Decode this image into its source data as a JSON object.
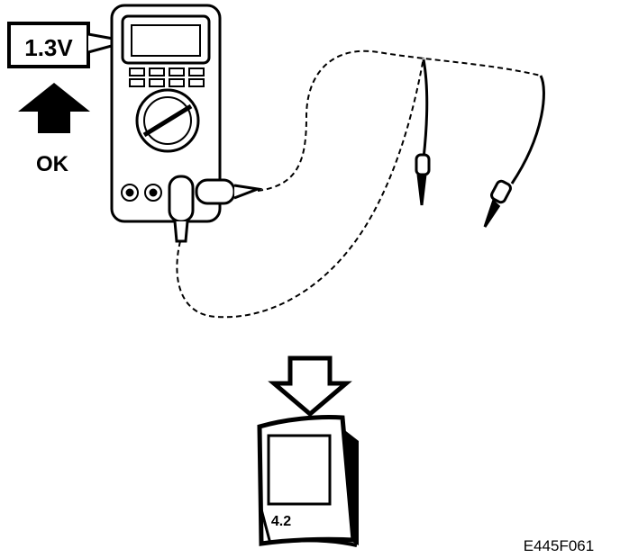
{
  "reading": {
    "value": "1.3V"
  },
  "status": {
    "label": "OK"
  },
  "manual": {
    "section": "4.2"
  },
  "figure": {
    "code": "E445F061"
  },
  "colors": {
    "ink": "#000000",
    "paper": "#ffffff"
  },
  "icons": [
    "arrow-up-icon",
    "arrow-down-icon",
    "multimeter-icon",
    "test-probe-icon",
    "manual-book-icon"
  ]
}
